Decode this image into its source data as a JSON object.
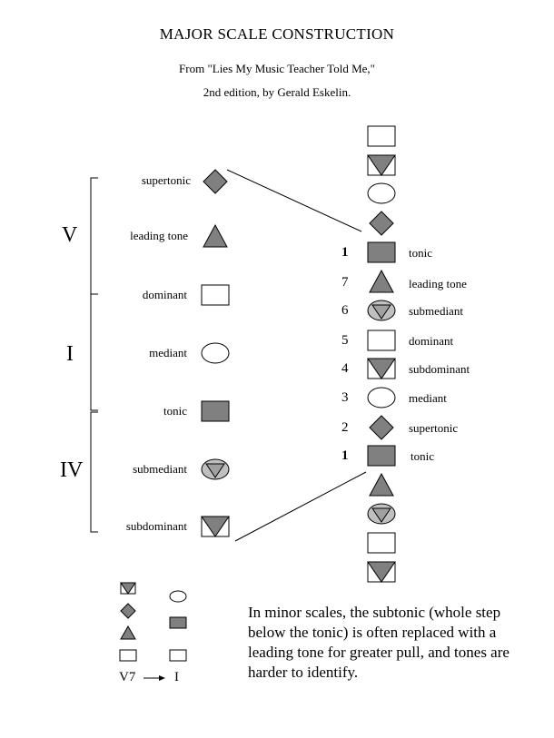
{
  "header": {
    "title": "MAJOR SCALE CONSTRUCTION",
    "source_line1": "From \"Lies My Music Teacher Told Me,\"",
    "source_line2": "2nd edition, by Gerald Eskelin."
  },
  "left": {
    "labels": [
      "supertonic",
      "leading tone",
      "dominant",
      "mediant",
      "tonic",
      "submediant",
      "subdominant"
    ],
    "shapes": [
      "diamond-icon",
      "triangle-icon",
      "rectangle-icon",
      "ellipse-icon",
      "filled-rectangle-icon",
      "circle-triangle-icon",
      "box-triangle-icon"
    ],
    "romans": [
      "V",
      "I",
      "IV"
    ]
  },
  "right": {
    "numbers": [
      "1",
      "7",
      "6",
      "5",
      "4",
      "3",
      "2",
      "1"
    ],
    "labels": [
      "tonic",
      "leading tone",
      "submediant",
      "dominant",
      "subdominant",
      "mediant",
      "supertonic",
      "tonic"
    ]
  },
  "legend": {
    "progression_from": "V7",
    "progression_to": "I"
  },
  "note": {
    "text": "In minor scales, the subtonic (whole step below the tonic) is often replaced with a leading tone for greater pull, and tones are harder to identify."
  },
  "colors": {
    "shape_fill": "#808080",
    "light_fill": "#c0c0c0",
    "outline": "#000000",
    "background": "#ffffff"
  }
}
